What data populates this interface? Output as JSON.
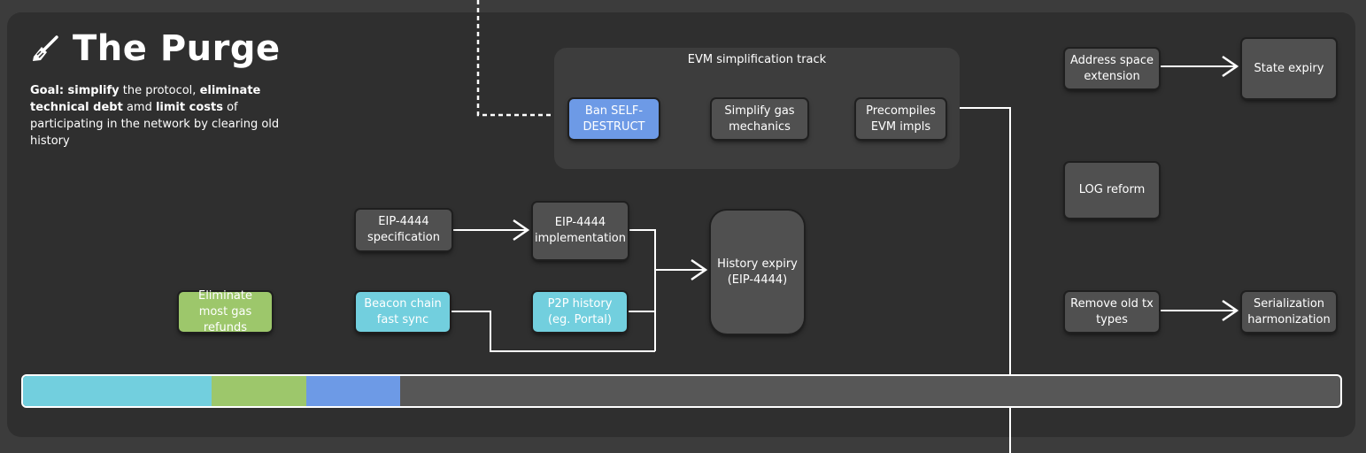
{
  "page": {
    "title": "The Purge",
    "goal_segments": [
      {
        "text": "Goal: simplify",
        "bold": true
      },
      {
        "text": " the protocol, ",
        "bold": false
      },
      {
        "text": "eliminate technical debt",
        "bold": true
      },
      {
        "text": " amd ",
        "bold": false
      },
      {
        "text": "limit costs",
        "bold": true
      },
      {
        "text": " of participating in the network by clearing old history",
        "bold": false
      }
    ]
  },
  "track": {
    "title": "EVM simplification track",
    "nodes": {
      "ban_selfdestruct": "Ban SELF-DESTRUCT",
      "simplify_gas": "Simplify gas mechanics",
      "precompiles": "Precompiles EVM impls"
    }
  },
  "nodes": {
    "eip4444_spec": "EIP-4444 specification",
    "eip4444_impl": "EIP-4444 implementation",
    "history_expiry": "History expiry (EIP-4444)",
    "eliminate_refunds": "Eliminate most gas refunds",
    "beacon_sync": "Beacon chain fast sync",
    "p2p_history": "P2P history (eg. Portal)",
    "address_space": "Address space extension",
    "state_expiry": "State expiry",
    "log_reform": "LOG reform",
    "remove_old_tx": "Remove old tx types",
    "serialization": "Serialization harmonization"
  },
  "colors": {
    "done_blue": "#6d9ae6",
    "done_cyan": "#72cfde",
    "done_green": "#9dc76b",
    "pending": "#505050"
  },
  "icons": {
    "title_icon": "broom-icon"
  },
  "progress": {
    "segments": [
      {
        "name": "cyan",
        "color": "#72cfde",
        "fraction": 0.143
      },
      {
        "name": "green",
        "color": "#9dc76b",
        "fraction": 0.072
      },
      {
        "name": "blue",
        "color": "#6d9ae6",
        "fraction": 0.071
      }
    ]
  }
}
